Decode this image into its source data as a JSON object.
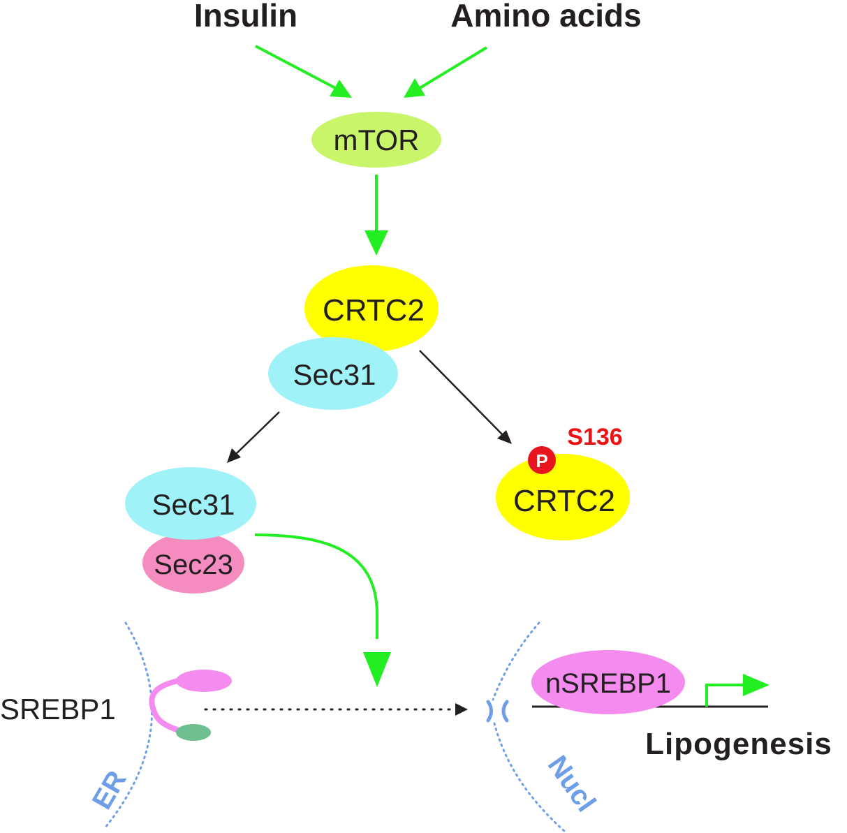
{
  "inputs": {
    "insulin": "Insulin",
    "amino_acids": "Amino acids"
  },
  "nodes": {
    "mtor": "mTOR",
    "crtc2_top": "CRTC2",
    "sec31_top": "Sec31",
    "sec31_bottom": "Sec31",
    "sec23": "Sec23",
    "crtc2_phospho": "CRTC2",
    "phospho_symbol": "P",
    "phospho_site": "S136",
    "srebp1": "SREBP1",
    "nsrebp1": "nSREBP1"
  },
  "compartments": {
    "er": "ER",
    "nucleus": "Nucl"
  },
  "output": {
    "lipogenesis": "Lipogenesis"
  },
  "colors": {
    "activation_arrow": "#22ee22",
    "mtor": "#c8f56a",
    "crtc2": "#ffff00",
    "sec31": "#9ff2f8",
    "sec23": "#f48cc0",
    "srebp": "#f48cf0",
    "srebp_tail": "#6dbf8f",
    "phospho": "#e8141e",
    "phospho_site_text": "#ee1111",
    "membrane": "#6f9ee8",
    "compartment_text": "#6f9ee8"
  },
  "icons": {
    "transcription_start": "bent-arrow-icon"
  }
}
